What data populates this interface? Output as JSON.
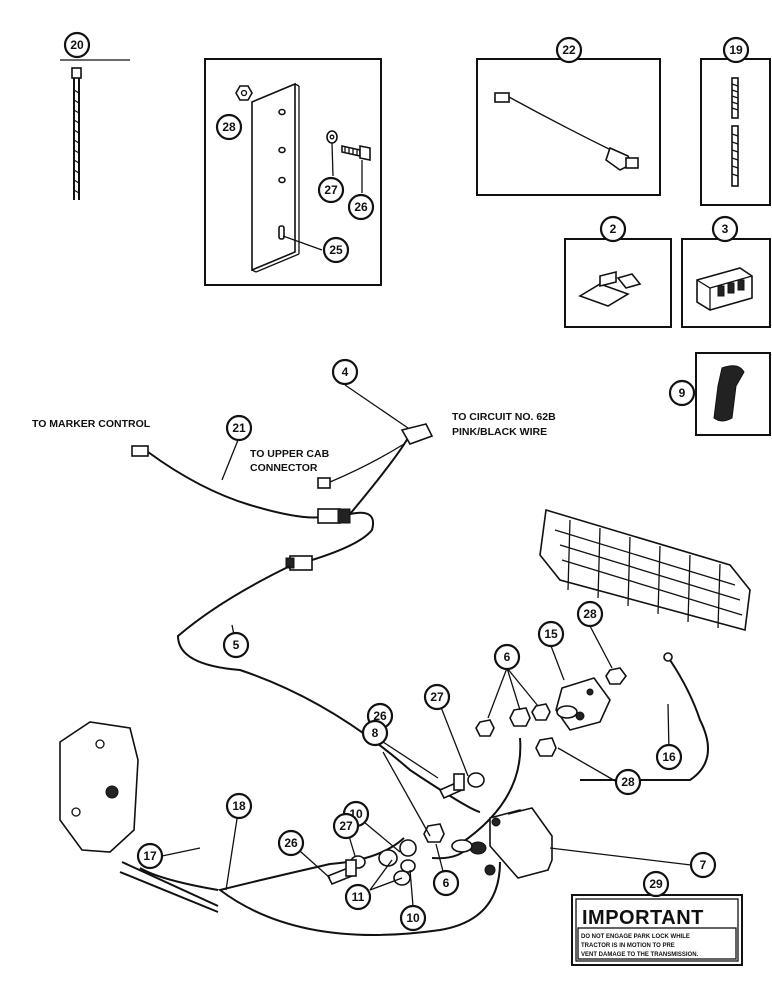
{
  "callouts": [
    "20",
    "28",
    "27",
    "26",
    "25",
    "22",
    "19",
    "2",
    "3",
    "9",
    "4",
    "21",
    "5",
    "6",
    "15",
    "28",
    "27",
    "26",
    "8",
    "16",
    "28",
    "7",
    "10",
    "18",
    "17",
    "27",
    "26",
    "11",
    "10",
    "6",
    "29"
  ],
  "labels": {
    "marker_control": "TO MARKER CONTROL",
    "upper_cab_1": "TO UPPER CAB",
    "upper_cab_2": "CONNECTOR",
    "circuit_1": "TO CIRCUIT NO. 62B",
    "circuit_2": "PINK/BLACK WIRE"
  },
  "important": {
    "title": "IMPORTANT",
    "line1": "DO NOT ENGAGE PARK LOCK WHILE",
    "line2": "TRACTOR IS IN MOTION TO PRE",
    "line3": "VENT DAMAGE TO THE TRANSMISSION."
  },
  "colors": {
    "ink": "#111111",
    "paper": "#ffffff"
  }
}
